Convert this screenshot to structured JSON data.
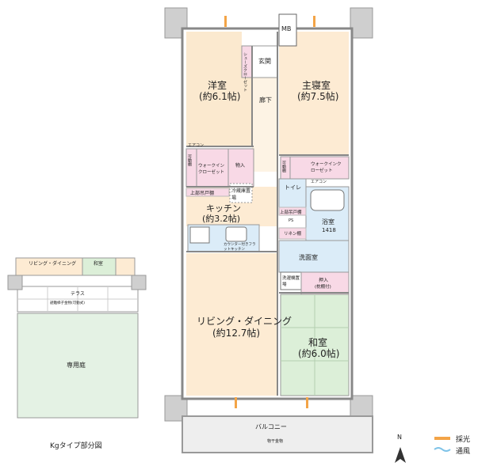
{
  "rooms": {
    "western_room": "洋室",
    "western_size": "(約6.1帖)",
    "master_bedroom": "主寝室",
    "master_size": "(約7.5帖)",
    "kitchen": "キッチン",
    "kitchen_size": "(約3.2帖)",
    "living_dining": "リビング・ダイニング",
    "living_size": "(約12.7帖)",
    "japanese_room": "和室",
    "japanese_size": "(約6.0帖)",
    "bathroom": "浴室",
    "bathroom_size": "1418",
    "washroom": "洗面室",
    "toilet": "トイレ",
    "hallway": "廊下",
    "entrance": "玄関",
    "balcony": "バルコニー",
    "terrace": "テラス",
    "private_garden": "専用庭",
    "mb": "MB"
  },
  "storage": {
    "shoes_closet": "シューズクローゼット",
    "walkin_closet_left": "ウォークインクローゼット",
    "walkin_closet_right": "ウォークインクローゼット",
    "storage_left": "物入",
    "movable_shelf_left": "可動棚",
    "movable_shelf_right": "可動棚",
    "fridge_space": "冷蔵庫置場",
    "upper_cabinet_left": "上部吊戸棚",
    "upper_cabinet_right": "上部吊戸棚",
    "linen_shelf": "リネン棚",
    "washer_space": "洗濯機置場",
    "closet_jp": "押入",
    "closet_jp_note": "(枕棚付)",
    "counter_kitchen": "カウンター付きフラットキッチン",
    "ps": "PS",
    "ac": "エアコン",
    "ac_right": "エアコン",
    "balcony_note": "物干金物",
    "terrace_note": "避難梯子金物(可動式)"
  },
  "inset": {
    "living_label": "リビング・ダイニング",
    "japanese_label": "和室",
    "caption": "Kgタイプ部分図"
  },
  "legend": {
    "compass_letter": "N",
    "light": "採光",
    "wind": "通風"
  },
  "colors": {
    "western": "#fbe9cf",
    "master": "#fdebd3",
    "living": "#fdebd3",
    "japanese": "#dcefd8",
    "wet": "#dbecf8",
    "closet": "#f8d9e6",
    "terrace": "#e4f2e4",
    "balcony": "#eeeeee"
  }
}
